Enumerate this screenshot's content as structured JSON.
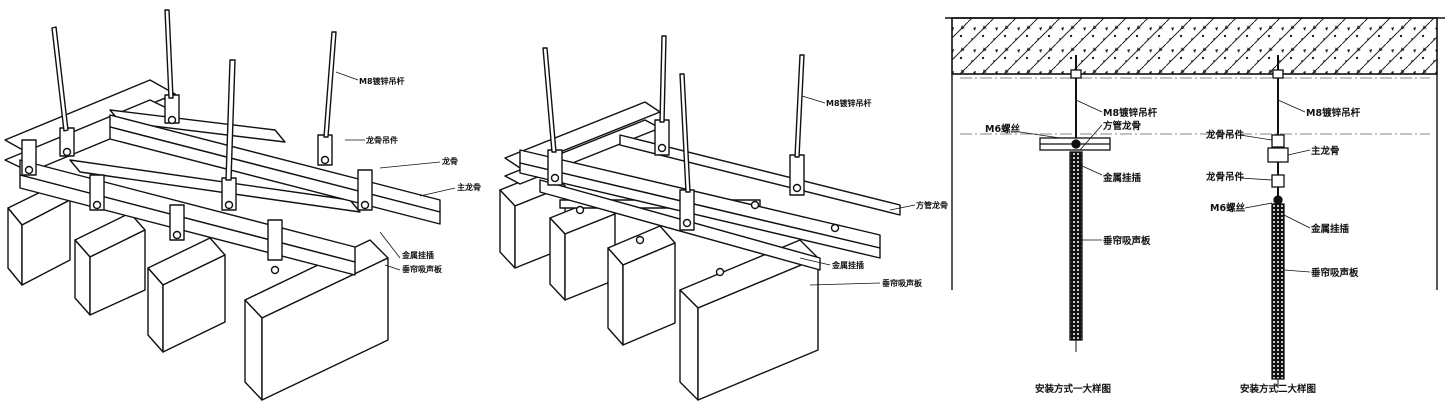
{
  "panel1": {
    "label_rod": "M8镀锌吊杆",
    "label_hanger": "龙骨吊件",
    "label_keel": "龙骨",
    "label_main_keel": "主龙骨",
    "label_clip": "金属挂插",
    "label_baffle": "垂帘吸声板"
  },
  "panel2": {
    "label_rod": "M8镀锌吊杆",
    "label_square_keel": "方管龙骨",
    "label_clip": "金属挂插",
    "label_baffle": "垂帘吸声板"
  },
  "panel3": {
    "detail1": {
      "label_rod": "M8镀锌吊杆",
      "label_screw": "M6螺丝",
      "label_square_keel": "方管龙骨",
      "label_clip": "金属挂插",
      "label_baffle": "垂帘吸声板",
      "caption": "安装方式一大样图"
    },
    "detail2": {
      "label_rod": "M8镀锌吊杆",
      "label_hanger_top": "龙骨吊件",
      "label_main_keel": "主龙骨",
      "label_hanger_bottom": "龙骨吊件",
      "label_screw": "M6螺丝",
      "label_clip": "金属挂插",
      "label_baffle": "垂帘吸声板",
      "caption": "安装方式二大样图"
    }
  }
}
